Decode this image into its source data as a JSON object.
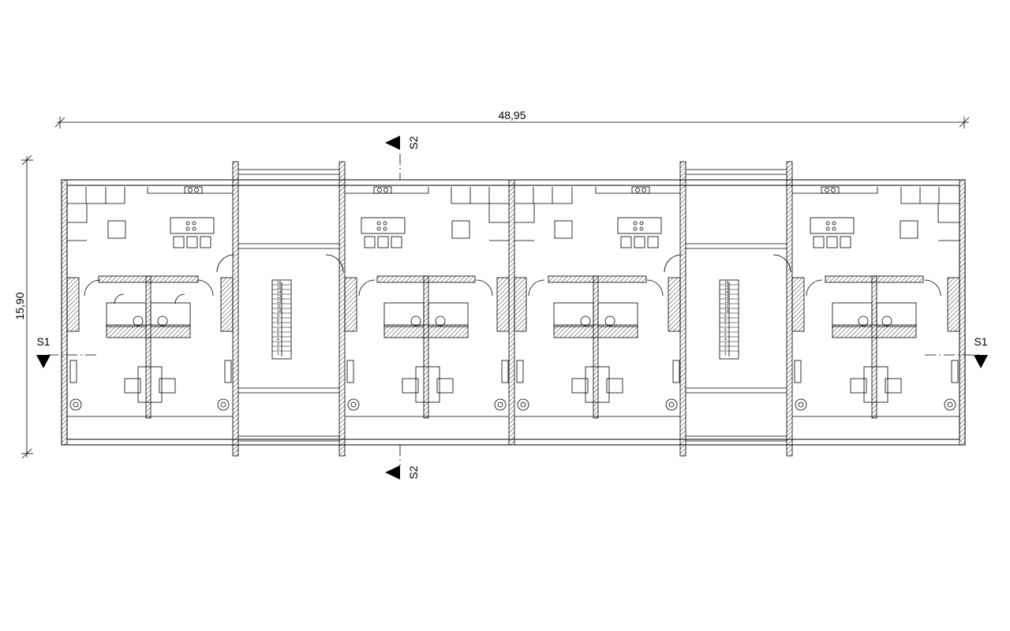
{
  "dimensions": {
    "total_width": "48,95",
    "total_depth": "15,90"
  },
  "section_markers": {
    "s1_left": "S1",
    "s1_right": "S1",
    "s2_top": "S2",
    "s2_bottom": "S2"
  },
  "stair_steps": [
    "16",
    "15",
    "14",
    "13",
    "12",
    "11",
    "10",
    "9",
    "8",
    "7",
    "6",
    "5",
    "4",
    "3",
    "2",
    "1"
  ],
  "colors": {
    "line": "#000000",
    "background": "#ffffff",
    "hatch": "#000000"
  }
}
